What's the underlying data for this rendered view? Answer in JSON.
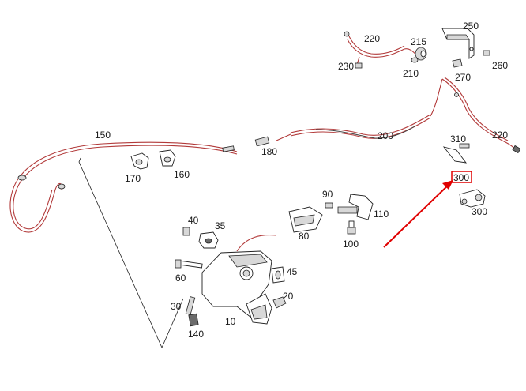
{
  "diagram": {
    "highlight_color": "#e00000",
    "line_color": "#b23a3a",
    "labels": {
      "p10": "10",
      "p20": "20",
      "p30": "30",
      "p35": "35",
      "p40": "40",
      "p45": "45",
      "p60": "60",
      "p80": "80",
      "p90": "90",
      "p100": "100",
      "p110": "110",
      "p140": "140",
      "p150": "150",
      "p160": "160",
      "p170": "170",
      "p180": "180",
      "p200": "200",
      "p210": "210",
      "p215": "215",
      "p220a": "220",
      "p220b": "220",
      "p230": "230",
      "p250": "250",
      "p260": "260",
      "p270": "270",
      "p300a": "300",
      "p300b": "300",
      "p310": "310"
    }
  }
}
